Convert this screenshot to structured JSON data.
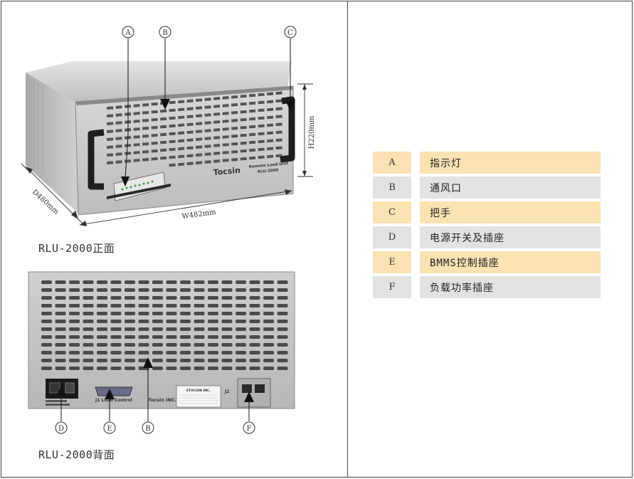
{
  "front": {
    "caption": "RLU-2000正面",
    "markers": [
      "A",
      "B",
      "C"
    ],
    "dims": {
      "height": "H220mm",
      "depth": "D480mm",
      "width": "W482mm"
    },
    "brand": "Tocsin",
    "panel_text": "Remote Load Unit",
    "model": "RLU-2000"
  },
  "back": {
    "caption": "RLU-2000背面",
    "markers": [
      "D",
      "E",
      "B",
      "F"
    ],
    "j1_label": "J1 Load Control",
    "j2_label": "J2",
    "brand": "Tocsin INC.",
    "plate_title": "ETOCSIN INC."
  },
  "legend": [
    {
      "key": "A",
      "value": "指示灯"
    },
    {
      "key": "B",
      "value": "通风口"
    },
    {
      "key": "C",
      "value": "把手"
    },
    {
      "key": "D",
      "value": "电源开关及插座"
    },
    {
      "key": "E",
      "value": "BMMS控制插座"
    },
    {
      "key": "F",
      "value": "负载功率插座"
    }
  ],
  "colors": {
    "highlight": "#fbe2b3",
    "neutral": "#e2e2e2",
    "chassis": "#c9c9c9"
  }
}
